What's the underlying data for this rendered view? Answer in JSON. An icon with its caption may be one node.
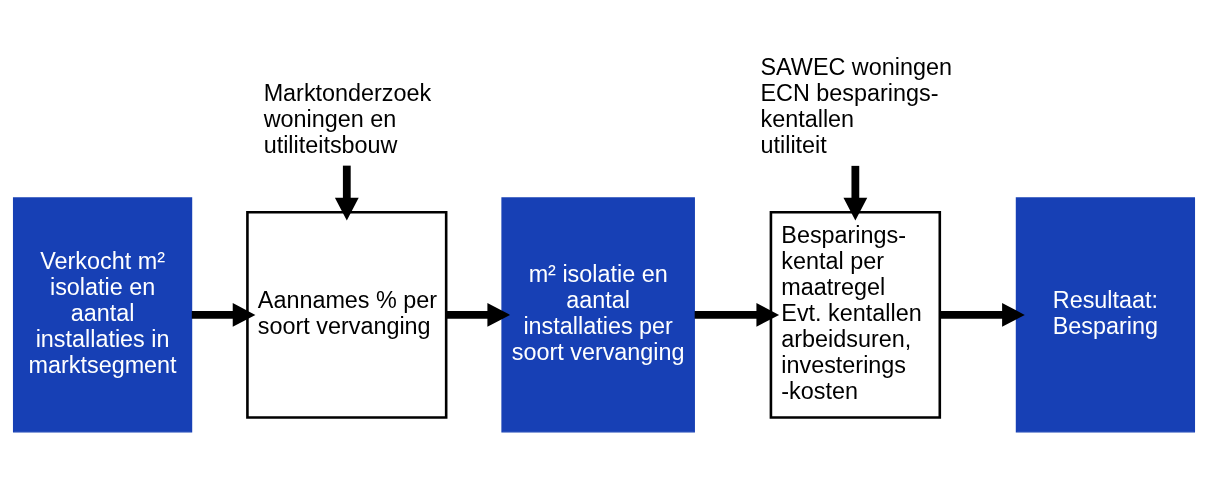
{
  "diagram": {
    "nodes": [
      {
        "text": [
          "Verkocht m² isolatie en aantal installaties in marktsegment"
        ]
      },
      {
        "text": [
          "Marktonderzoek woningen en utiliteitsbouw"
        ]
      },
      {
        "text": [
          "Aannames % per soort vervanging"
        ]
      },
      {
        "text": [
          "m² isolatie en aantal installaties per soort vervanging"
        ]
      },
      {
        "text": [
          "SAWEC woningen",
          "ECN besparings- kentallen utiliteit"
        ]
      },
      {
        "text": [
          "Besparings- kental per maatregel",
          "Evt. kentallen arbeidsuren, investerings -kosten"
        ]
      },
      {
        "text": [
          "Resultaat: Besparing"
        ]
      }
    ],
    "edges": [
      {
        "from": 0,
        "to": 2,
        "arrow": "to"
      },
      {
        "from": 1,
        "to": 2,
        "arrow": "to"
      },
      {
        "from": 2,
        "to": 3,
        "arrow": "to"
      },
      {
        "from": 3,
        "to": 5,
        "arrow": "to"
      },
      {
        "from": 4,
        "to": 5,
        "arrow": "to"
      },
      {
        "from": 5,
        "to": 6,
        "arrow": "to"
      }
    ]
  }
}
